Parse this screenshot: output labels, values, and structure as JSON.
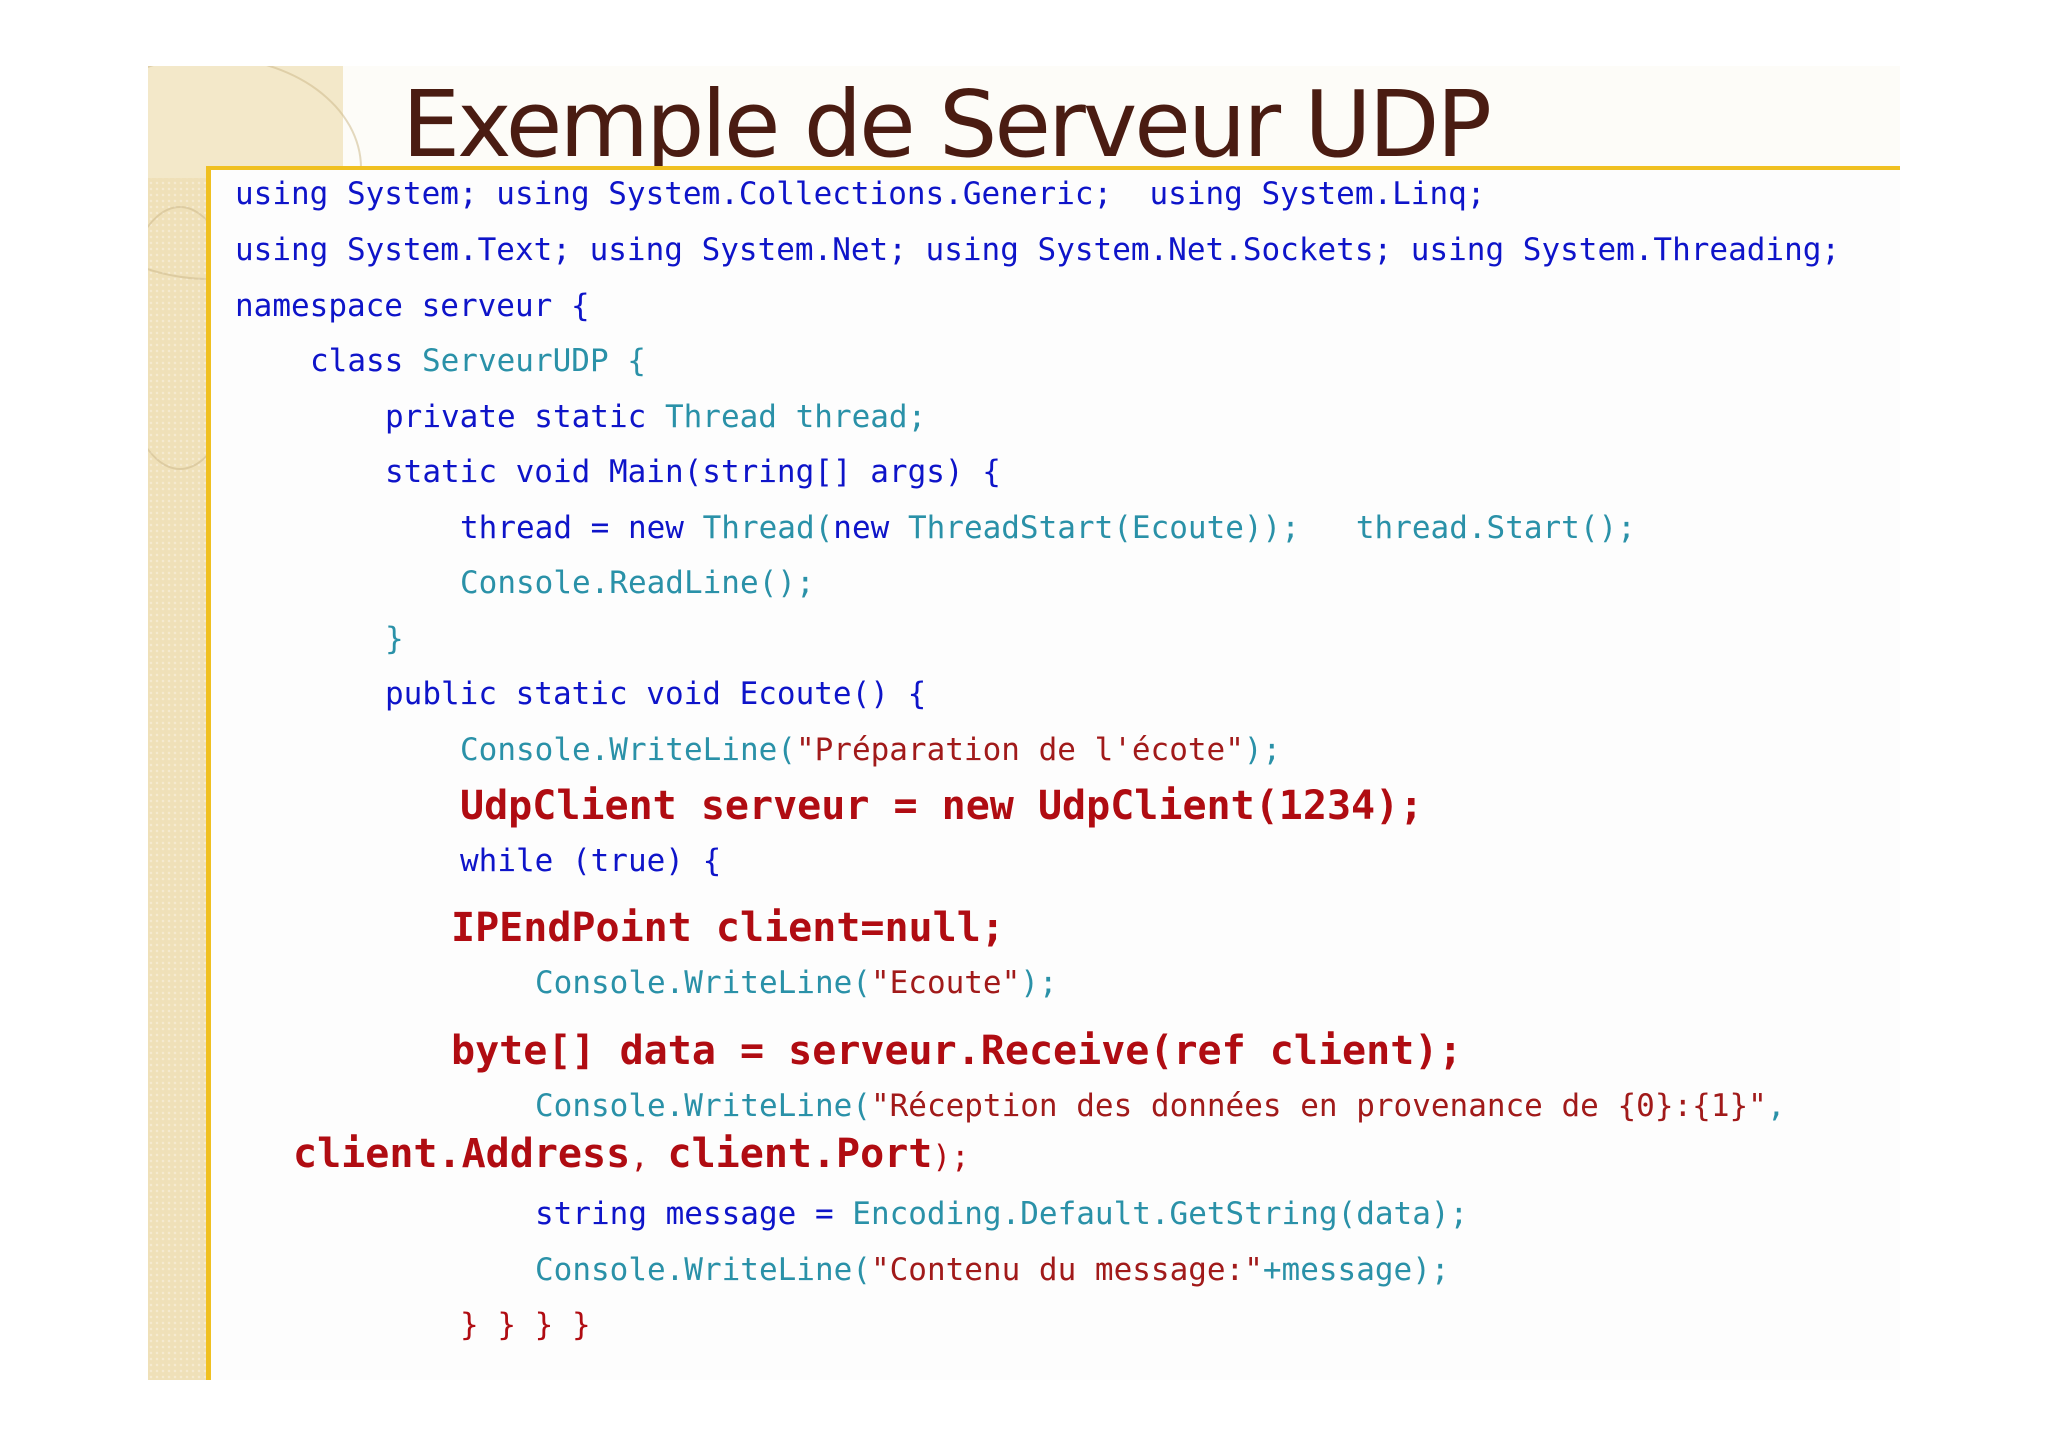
{
  "slide": {
    "title": "Exemple de Serveur UDP",
    "colors": {
      "title": "#4a1c12",
      "keyword": "#0e14c9",
      "type": "#2a91a8",
      "string": "#a11a1a",
      "highlight": "#b00c12",
      "frame": "#f0c020"
    },
    "code_lines": [
      {
        "text": "using System; using System.Collections.Generic;  using System.Linq;"
      },
      {
        "text": "using System.Text; using System.Net; using System.Net.Sockets; using System.Threading;"
      },
      {
        "text": "namespace serveur {"
      },
      {
        "t1": "class ",
        "t2": "ServeurUDP {"
      },
      {
        "t1": "private static ",
        "t2": "Thread",
        "t3": " thread;"
      },
      {
        "text": "static void Main(string[] args) {"
      },
      {
        "t1": "thread = new ",
        "t2": "Thread(",
        "t3": "new ",
        "t4": "ThreadStart(Ecoute));",
        "t5": "   thread.Start();"
      },
      {
        "text": "Console.ReadLine();"
      },
      {
        "text": "}"
      },
      {
        "text": "public static void Ecoute() {"
      },
      {
        "t1": "Console.WriteLine(",
        "t2": "\"Préparation de l'écote\"",
        "t3": ");"
      },
      {
        "text": "UdpClient serveur = new UdpClient(1234);"
      },
      {
        "text": "while (true) {"
      },
      {
        "text": "IPEndPoint client=null;"
      },
      {
        "t1": "Console.WriteLine(",
        "t2": "\"Ecoute\"",
        "t3": ");"
      },
      {
        "text": "byte[] data = serveur.Receive(ref client);"
      },
      {
        "t1": "Console.WriteLine(",
        "t2": "\"Réception des données en provenance de {0}:{1}\"",
        "t3": ","
      },
      {
        "t1": "client.Address",
        "t2": ", ",
        "t3": "client.Port",
        "t4": ");"
      },
      {
        "t1": "string message = ",
        "t2": "Encoding.Default.GetString(data);"
      },
      {
        "t1": "Console.WriteLine(",
        "t2": "\"Contenu du message:\"",
        "t3": "+message);"
      },
      {
        "text": "} } } }"
      }
    ]
  }
}
